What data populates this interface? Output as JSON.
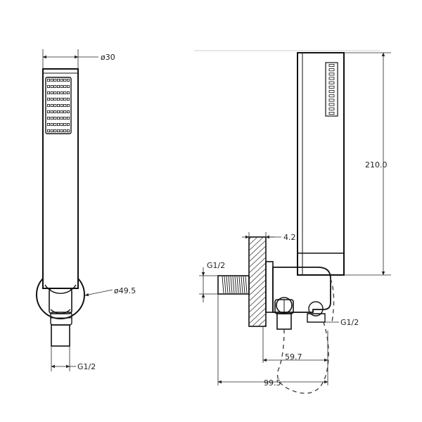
{
  "front_view": {
    "dims": {
      "head_diameter": "ø30",
      "bracket_diameter": "ø49.5",
      "outlet_thread": "G1/2"
    },
    "nozzle_grid": {
      "rows": 9,
      "cols": 7
    }
  },
  "side_view": {
    "dims": {
      "length": "210.0",
      "flange_thickness": "4.2",
      "inlet_thread": "G1/2",
      "outlet_thread": "G1/2",
      "projection_short": "59.7",
      "projection_long": "99.5"
    },
    "nozzle_column": {
      "count": 12
    }
  }
}
